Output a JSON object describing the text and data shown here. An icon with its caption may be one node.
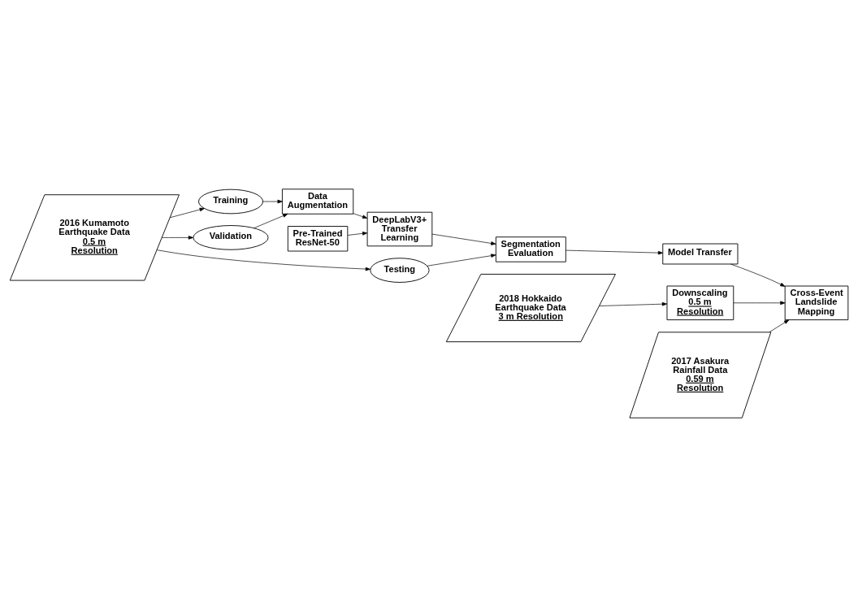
{
  "diagram": {
    "nodes": [
      {
        "text": [
          "2016 Kumamoto Earthquake Data",
          "0.5 m Resolution"
        ]
      },
      {
        "text": [
          "Training"
        ]
      },
      {
        "text": [
          "Validation"
        ]
      },
      {
        "text": [
          "Testing"
        ]
      },
      {
        "text": [
          "Pre-Trained ResNet-50"
        ]
      },
      {
        "text": [
          "Data Augmentation"
        ]
      },
      {
        "text": [
          "DeepLabV3+ Transfer Learning"
        ]
      },
      {
        "text": [
          "Segmentation Evaluation"
        ]
      },
      {
        "text": [
          "2018 Hokkaido Earthquake Data",
          "3 m Resolution"
        ]
      },
      {
        "text": [
          "Downscaling",
          "0.5 m Resolution"
        ]
      },
      {
        "text": [
          "Cross-Event Landslide Mapping"
        ]
      },
      {
        "text": [
          "Model Transfer"
        ]
      },
      {
        "text": [
          "2017 Asakura Rainfall Data",
          "0.59 m Resolution"
        ]
      }
    ],
    "edges": [
      {
        "from": 0,
        "to": 1,
        "arrow": "to"
      },
      {
        "from": 0,
        "to": 2,
        "arrow": "to"
      },
      {
        "from": 0,
        "to": 3,
        "arrow": "to"
      },
      {
        "from": 1,
        "to": 5,
        "arrow": "to"
      },
      {
        "from": 2,
        "to": 5,
        "arrow": "to"
      },
      {
        "from": 5,
        "to": 6,
        "arrow": "to"
      },
      {
        "from": 4,
        "to": 6,
        "arrow": "to"
      },
      {
        "from": 6,
        "to": 7,
        "arrow": "to"
      },
      {
        "from": 3,
        "to": 7,
        "arrow": "to"
      },
      {
        "from": 7,
        "to": 11,
        "arrow": "to"
      },
      {
        "from": 11,
        "to": 10,
        "arrow": "to"
      },
      {
        "from": 8,
        "to": 9,
        "arrow": "to"
      },
      {
        "from": 9,
        "to": 10,
        "arrow": "to"
      },
      {
        "from": 12,
        "to": 10,
        "arrow": "to"
      }
    ]
  }
}
